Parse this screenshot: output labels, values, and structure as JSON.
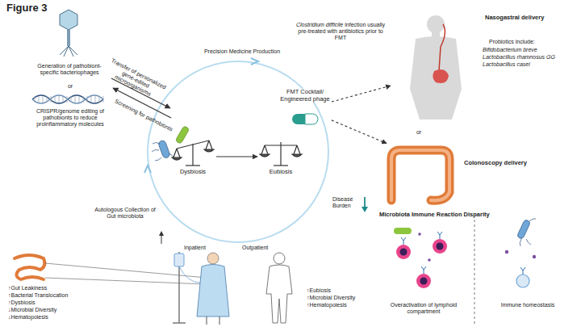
{
  "diagram": {
    "title": "Figure 3",
    "nodes": [
      {
        "text": [
          "Dysbiosis"
        ]
      },
      {
        "text": [
          "Eubiosis"
        ]
      },
      {
        "text": [
          "FMT Cocktail/ Engineered phage"
        ]
      },
      {
        "text": [
          "Nasogastral delivery"
        ]
      },
      {
        "text": [
          "Colonoscopy delivery"
        ]
      }
    ],
    "edges": [
      {
        "from": 0,
        "to": 1,
        "arrow": "to"
      },
      {
        "from": 2,
        "to": 3,
        "arrow": "to"
      },
      {
        "from": 2,
        "to": 4,
        "arrow": "to"
      }
    ],
    "labels": [
      "Generation of pathobiont-specific bacteriophages",
      "or",
      "CRISPR/genome editing of pathobionts to reduce proinflammatory molecules",
      "Transfer of personalized gene-edited microorganisms",
      "Screening for pathobionts",
      "Precision Medicine Production",
      "Clostridium difficile",
      "infection usually pre-treated with antibiotics prior to FMT",
      "Probiotics include:",
      "Bifidobacterium breve",
      "Lactobacillus rhamnosus GG",
      "Lactobacillus casei",
      "or",
      "Disease Burden",
      "Microbiota Immune Reaction Disparity",
      "Autologous Collection of Gut microbiota",
      "Inpatient",
      "Outpatient",
      "↑Gut Leakiness",
      "↑Bacterial Translocation",
      "↑Dysbiosis",
      "↓Microbial Diversity",
      "↓Hematopoiesis",
      "↑Eubiosis",
      "↑Microbial Diversity",
      "↑Hematopoiesis",
      "Overactivation of lymphoid compartment",
      "Immune homeostasis"
    ]
  }
}
